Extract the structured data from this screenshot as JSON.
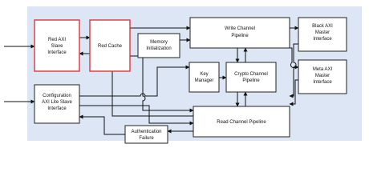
{
  "colors": {
    "panel_fill": "#dce6f5",
    "block_fill": "#ffffff",
    "block_stroke": "#222222",
    "highlight_stroke": "#e0363a",
    "wire": "#111111"
  },
  "blocks": {
    "red_axi_slave_interface": [
      "Red AXI",
      "Slave",
      "Interface"
    ],
    "red_cache": [
      "Red Cache"
    ],
    "memory_initialization": [
      "Memory",
      "Initialization"
    ],
    "write_channel_pipeline": [
      "Write Channel",
      "Pipeline"
    ],
    "black_axi_master_interface": [
      "Black AXI",
      "Master",
      "Interface"
    ],
    "key_manager": [
      "Key",
      "Manager"
    ],
    "crypto_channel_pipeline": [
      "Crypto Channel",
      "Pipeline"
    ],
    "meta_axi_master_interface": [
      "Meta AXI",
      "Master",
      "Interface"
    ],
    "configuration_axi_lite_slave_interface": [
      "Configuration",
      "AXI Lite Slave",
      "Interface"
    ],
    "authentication_failure": [
      "Authentication",
      "Failure"
    ],
    "read_channel_pipeline": [
      "Read Channel Pipeline"
    ]
  }
}
